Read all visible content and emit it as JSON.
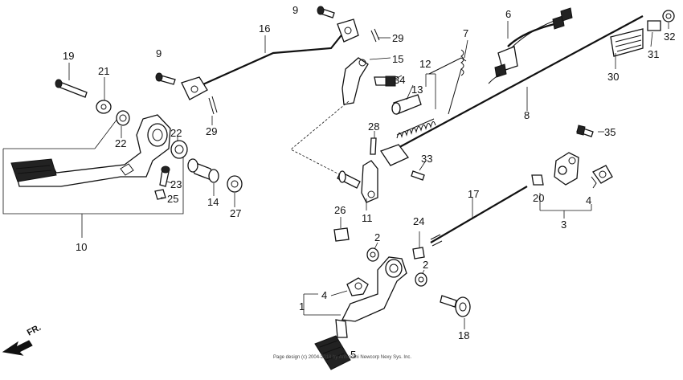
{
  "callouts": {
    "c1": "1",
    "c2a": "2",
    "c2b": "2",
    "c3": "3",
    "c4a": "4",
    "c4b": "4",
    "c5": "5",
    "c6": "6",
    "c7": "7",
    "c8": "8",
    "c9a": "9",
    "c9b": "9",
    "c10": "10",
    "c11": "11",
    "c12": "12",
    "c13": "13",
    "c14": "14",
    "c15": "15",
    "c16": "16",
    "c17": "17",
    "c18": "18",
    "c19": "19",
    "c20": "20",
    "c21": "21",
    "c22a": "22",
    "c22b": "22",
    "c23": "23",
    "c24": "24",
    "c25": "25",
    "c26": "26",
    "c27": "27",
    "c28": "28",
    "c29a": "29",
    "c29b": "29",
    "c30": "30",
    "c31": "31",
    "c32": "32",
    "c33": "33",
    "c34": "34",
    "c35": "35"
  },
  "front_arrow": {
    "label": "FR."
  },
  "footer": {
    "text": "Page design (c) 2004-2018 by Arihinomi Newcorp Nexy Sys. Inc."
  }
}
